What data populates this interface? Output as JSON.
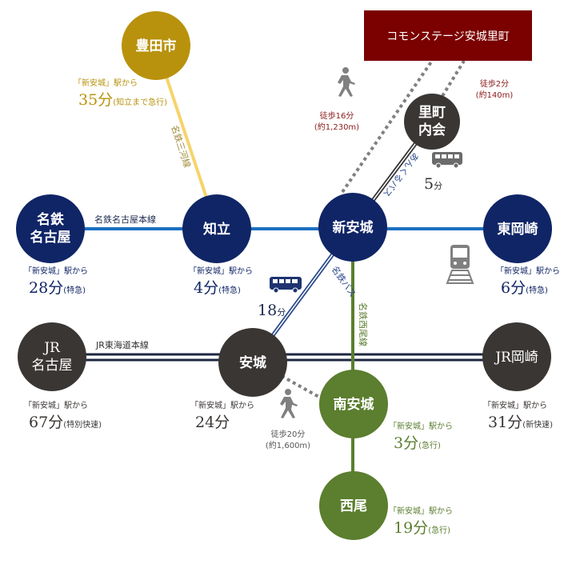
{
  "colors": {
    "navy": "#102566",
    "dark": "#3a3634",
    "green": "#5b7e2f",
    "gold": "#b8920c",
    "maroon": "#7b0000",
    "blue": "#1b6fc0",
    "yellow": "#f6d36c",
    "gray": "#808080"
  },
  "destination": "コモンステージ安城里町",
  "stations": {
    "toyota": "豊田市",
    "satomachi_1": "里町",
    "satomachi_2": "内会",
    "meitetsu_nagoya_1": "名鉄",
    "meitetsu_nagoya_2": "名古屋",
    "chiryu": "知立",
    "shin_anjo": "新安城",
    "higashi_okazaki": "東岡崎",
    "jr_nagoya_1": "JR",
    "jr_nagoya_2": "名古屋",
    "anjo": "安城",
    "jr_okazaki": "JR岡崎",
    "minami_anjo": "南安城",
    "nishio": "西尾"
  },
  "lines": {
    "mikawa": "名鉄三河線",
    "nagoya_honsen": "名鉄名古屋本線",
    "tokaido": "JR東海道本線",
    "nishio": "名鉄西尾線",
    "meitetsu_bus": "名鉄バス",
    "uncle_bus": "あんくるバス"
  },
  "from_label": "「新安城」駅から",
  "times": {
    "toyota": {
      "min": "35分",
      "note": "(知立まで急行)"
    },
    "meitetsu_nagoya": {
      "min": "28分",
      "note": "(特急)"
    },
    "chiryu": {
      "min": "4分",
      "note": "(特急)"
    },
    "higashi_okazaki": {
      "min": "6分",
      "note": "(特急)"
    },
    "jr_nagoya": {
      "min": "67分",
      "note": "(特別快速)"
    },
    "anjo": {
      "min": "24分",
      "note": ""
    },
    "jr_okazaki": {
      "min": "31分",
      "note": "(新快速)"
    },
    "minami_anjo": {
      "min": "3分",
      "note": "(急行)"
    },
    "nishio": {
      "min": "19分",
      "note": "(急行)"
    }
  },
  "walks": {
    "shin_anjo": {
      "label": "徒歩16分",
      "dist": "(約1,230m)"
    },
    "satomachi": {
      "label": "徒歩2分",
      "dist": "(約140m)"
    },
    "minami_anjo": {
      "label": "徒歩20分",
      "dist": "(約1,600m)"
    }
  },
  "bus": {
    "uncle": {
      "num": "5",
      "unit": "分"
    },
    "meitetsu": {
      "num": "18",
      "unit": "分"
    }
  },
  "icons": [
    "walk-icon",
    "bus-icon",
    "train-icon"
  ]
}
